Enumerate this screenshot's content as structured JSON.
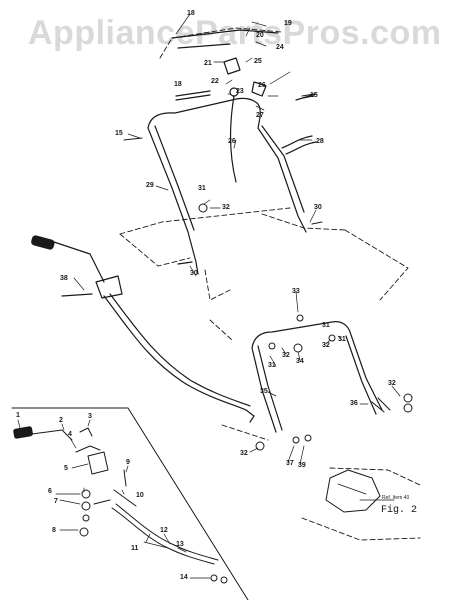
{
  "watermark": "AppliancePartsPros.com",
  "figure_label": "Fig. 2",
  "ref_note": "Ref. Item 40",
  "callouts": {
    "c18a": "18",
    "c19": "19",
    "c20a": "20",
    "c24": "24",
    "c21": "21",
    "c25": "25",
    "c22": "22",
    "c18b": "18",
    "c23": "23",
    "c26a": "26",
    "c15a": "15",
    "c27": "27",
    "c15b": "15",
    "c26b": "26",
    "c28": "28",
    "c29": "29",
    "c31a": "31",
    "c32a": "32",
    "c30a": "30",
    "c30b": "30",
    "c38": "38",
    "c33": "33",
    "c32b": "32",
    "c31b": "31",
    "c32c": "32",
    "c31c": "31",
    "c34": "34",
    "c31d": "31",
    "c35": "35",
    "c32d": "32",
    "c36": "36",
    "c37": "37",
    "c32e": "32",
    "c39": "39",
    "i1": "1",
    "i2": "2",
    "i3": "3",
    "i4": "4",
    "i5": "5",
    "i6": "6",
    "i7": "7",
    "i8": "8",
    "i9": "9",
    "i10": "10",
    "i11": "11",
    "i12": "12",
    "i13": "13",
    "i14": "14"
  },
  "colors": {
    "line": "#1a1a1a",
    "watermark": "#d9d9d9",
    "background": "#ffffff"
  }
}
